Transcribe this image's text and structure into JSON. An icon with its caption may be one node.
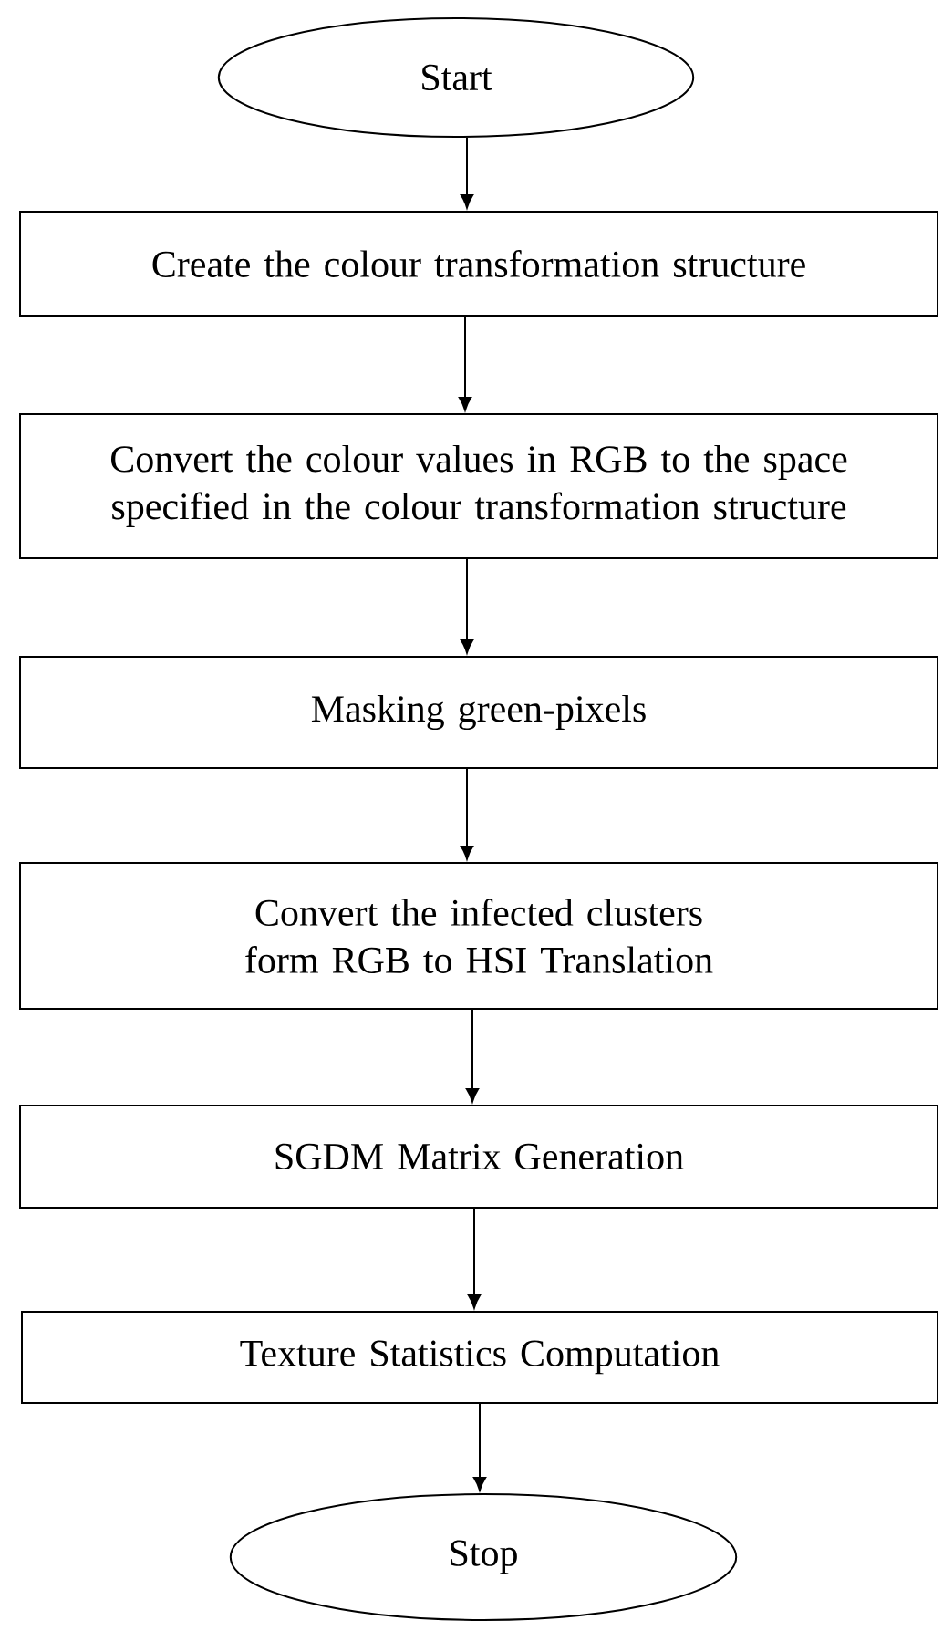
{
  "diagram": {
    "nodes": [
      {
        "text": [
          "Start"
        ]
      },
      {
        "text": [
          "Create the colour transformation structure"
        ]
      },
      {
        "text": [
          "Convert the colour values in RGB to the space specified in the colour transformation structure"
        ]
      },
      {
        "text": [
          "Masking green-pixels"
        ]
      },
      {
        "text": [
          "Convert the infected clusters form RGB to HSI Translation"
        ]
      },
      {
        "text": [
          "SGDM Matrix Generation"
        ]
      },
      {
        "text": [
          "Texture Statistics Computation"
        ]
      },
      {
        "text": [
          "Stop"
        ]
      }
    ],
    "edges": [
      {
        "from": 0,
        "to": 1,
        "arrow": "to"
      },
      {
        "from": 1,
        "to": 2,
        "arrow": "to"
      },
      {
        "from": 2,
        "to": 3,
        "arrow": "to"
      },
      {
        "from": 3,
        "to": 4,
        "arrow": "to"
      },
      {
        "from": 4,
        "to": 5,
        "arrow": "to"
      },
      {
        "from": 5,
        "to": 6,
        "arrow": "to"
      },
      {
        "from": 6,
        "to": 7,
        "arrow": "to"
      }
    ]
  }
}
